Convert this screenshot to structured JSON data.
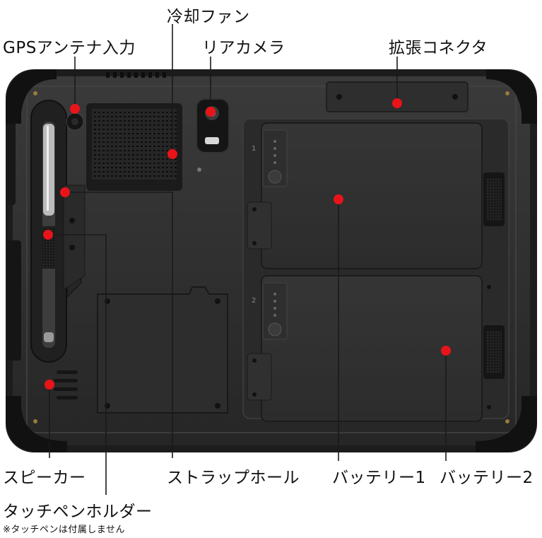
{
  "labels": {
    "cooling_fan": "冷却ファン",
    "gps_antenna": "GPSアンテナ入力",
    "rear_camera": "リアカメラ",
    "expansion_connector": "拡張コネクタ",
    "speaker": "スピーカー",
    "strap_hole": "ストラップホール",
    "battery1": "バッテリー1",
    "battery2": "バッテリー2",
    "pen_holder": "タッチペンホルダー",
    "pen_note": "※タッチペンは付属しません"
  },
  "battery_labels": {
    "slot1": "1",
    "slot2": "2"
  },
  "colors": {
    "marker": "#e8141a",
    "body": "#2a2a2a",
    "bumper": "#111111",
    "panel": "#333333"
  }
}
